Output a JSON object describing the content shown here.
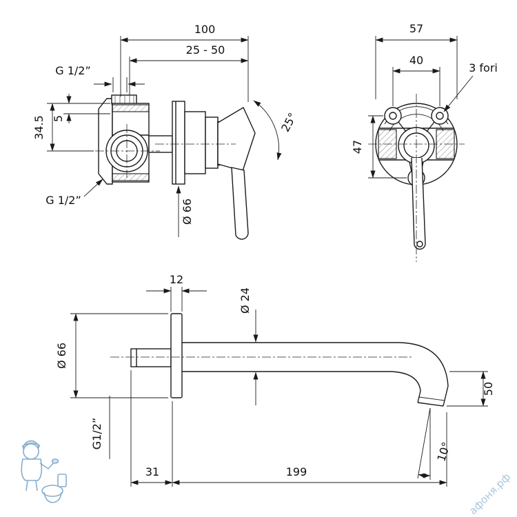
{
  "views": {
    "mixer": {
      "dims": {
        "width": "100",
        "depth_range": "25 - 50",
        "thread_top": "G 1/2”",
        "height_345": "34.5",
        "offset_5": "5",
        "angle": "25°",
        "plate_dia": "Ø 66",
        "thread_bottom": "G 1/2”"
      }
    },
    "plate": {
      "dims": {
        "dia": "57",
        "hole_spacing": "40",
        "holes_note": "3 fori",
        "hole_height": "47"
      }
    },
    "spout": {
      "dims": {
        "flange_thk": "12",
        "tube_dia": "Ø 24",
        "flange_dia": "Ø 66",
        "thread": "G1/2”",
        "nipple_len": "31",
        "reach": "199",
        "drop": "50",
        "tip_angle": "10°"
      }
    }
  },
  "watermark": {
    "site": "афоня.рф"
  }
}
